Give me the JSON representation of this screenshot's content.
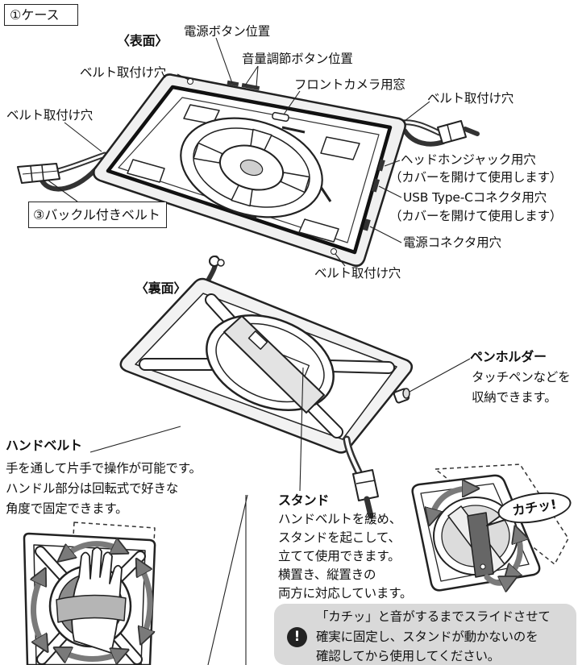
{
  "section_label": "①ケース",
  "front": {
    "heading": "〈表面〉",
    "power_button": "電源ボタン位置",
    "volume_button": "音量調節ボタン位置",
    "belt_hole_top": "ベルト取付け穴",
    "front_camera": "フロントカメラ用窓",
    "belt_hole_right": "ベルト取付け穴",
    "belt_hole_left": "ベルト取付け穴",
    "headphone_jack": "ヘッドホンジャック用穴",
    "headphone_note": "（カバーを開けて使用します）",
    "usb_c": "USB Type-Cコネクタ用穴",
    "usb_c_note": "（カバーを開けて使用します）",
    "buckle_belt": "③バックル付きベルト",
    "power_connector": "電源コネクタ用穴",
    "belt_hole_bottom": "ベルト取付け穴"
  },
  "back": {
    "heading": "〈裏面〉",
    "pen_holder": {
      "title": "ペンホルダー",
      "lines": [
        "タッチペンなどを",
        "収納できます。"
      ]
    },
    "hand_belt": {
      "title": "ハンドベルト",
      "lines": [
        "手を通して片手で操作が可能です。",
        "ハンドル部分は回転式で好きな",
        "角度で固定できます。"
      ]
    },
    "stand": {
      "title": "スタンド",
      "lines": [
        "ハンドベルトを緩め、",
        "スタンドを起こして、",
        "立てて使用できます。",
        "横置き、縦置きの",
        "両方に対応しています。"
      ]
    },
    "click_sound": "カチッ!"
  },
  "note": {
    "icon": "exclamation-icon",
    "icon_glyph": "!",
    "lines": [
      "「カチッ」と音がするまでスライドさせて",
      "確実に固定し、スタンドが動かないのを",
      "確認してから使用してください。"
    ]
  },
  "colors": {
    "note_background": "#d9d9d9",
    "icon_background": "#222222",
    "line_art": "#222222"
  }
}
